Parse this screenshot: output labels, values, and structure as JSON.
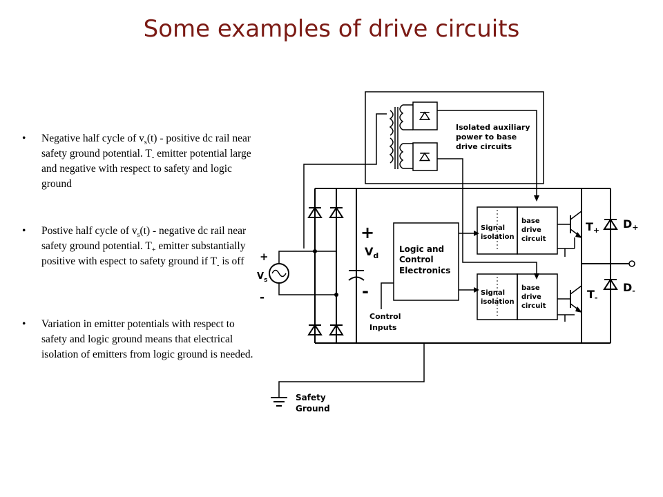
{
  "title": "Some examples of drive circuits",
  "bullets": [
    {
      "p1": "Negative half cycle of v",
      "s1": "s",
      "p2": "(t) - positive dc rail near safety ground potential. T",
      "s2": "-",
      "p3": " emitter potential large and negative with respect to safety and logic ground"
    },
    {
      "p1": "Postive half cycle of v",
      "s1": "s",
      "p2": "(t) - negative dc rail near safety ground potential. T",
      "s2": "+",
      "p3": " emitter substantially positive with espect to safety ground if T",
      "s3": "-",
      "p4": "  is off"
    },
    {
      "p1": "Variation in emitter potentials with respect to safety and logic ground means that electrical isolation of emitters from logic ground is needed."
    }
  ],
  "diagram": {
    "isolated_supply": [
      "Isolated auxiliary",
      "power to base",
      "drive circuits"
    ],
    "logic_block": [
      "Logic and",
      "Control",
      "Electronics"
    ],
    "signal_isolation": [
      "Signal",
      "isolation"
    ],
    "base_drive": [
      "base",
      "drive",
      "circuit"
    ],
    "control_inputs": [
      "Control",
      "Inputs"
    ],
    "safety_ground": [
      "Safety",
      "Ground"
    ],
    "plus_sign": "+",
    "minus_sign": "-",
    "vd_label": "V",
    "vd_sub": "d",
    "vs_label": "V",
    "vs_sub": "s",
    "t_plus": "T",
    "t_plus_sub": "+",
    "t_minus": "T",
    "t_minus_sub": "-",
    "d_plus": "D",
    "d_plus_sub": "+",
    "d_minus": "D",
    "d_minus_sub": "-"
  }
}
